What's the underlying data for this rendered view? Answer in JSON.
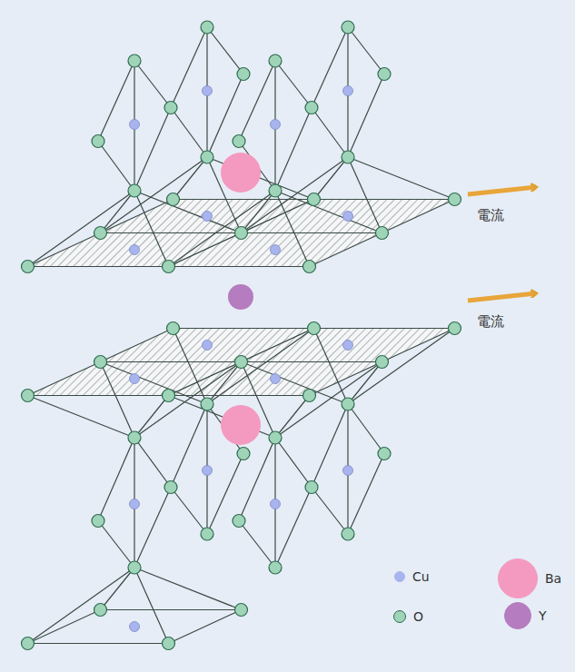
{
  "diagram": {
    "labels": [
      "電流",
      "電流"
    ],
    "legend": [
      {
        "text": "Cu",
        "color": "#a8b4ee"
      },
      {
        "text": "Ba",
        "color": "#f49ac0"
      },
      {
        "text": "O",
        "color": "#9fd4b8"
      },
      {
        "text": "Y",
        "color": "#b57cbf"
      }
    ]
  }
}
